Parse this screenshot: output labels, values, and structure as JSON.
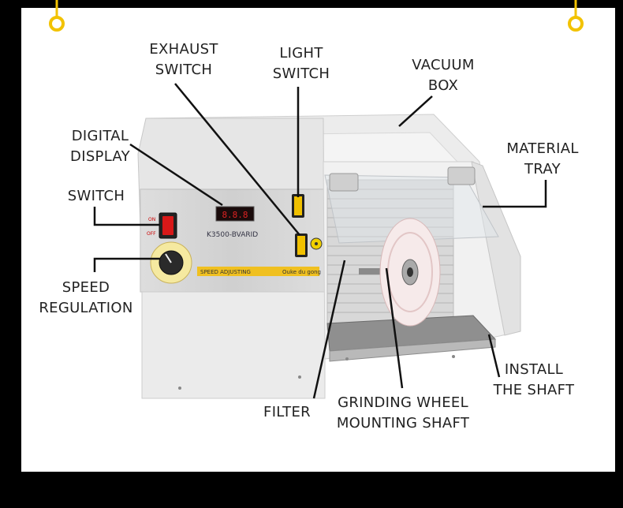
{
  "labels": {
    "exhaust_switch": [
      "EXHAUST",
      "SWITCH"
    ],
    "light_switch": [
      "LIGHT",
      "SWITCH"
    ],
    "vacuum_box": [
      "VACUUM",
      "BOX"
    ],
    "digital_display": [
      "DIGITAL",
      "DISPLAY"
    ],
    "material_tray": [
      "MATERIAL",
      "TRAY"
    ],
    "switch": [
      "SWITCH"
    ],
    "speed_regulation": [
      "SPEED",
      "REGULATION"
    ],
    "install_shaft": [
      "INSTALL",
      "THE SHAFT"
    ],
    "filter": [
      "FILTER"
    ],
    "grinding_wheel": [
      "GRINDING WHEEL",
      "MOUNTING SHAFT"
    ]
  },
  "device": {
    "model_text": "K3500-BVARID",
    "panel_strip_text": "SPEED ADJUSTING",
    "brand_text": "Ouke du gong",
    "switch_on_text": "ON",
    "switch_off_text": "OFF"
  },
  "colors": {
    "frame": "#000000",
    "background": "#ffffff",
    "hook": "#f2c200",
    "leader_line": "#111111",
    "rocker_yellow": "#f0c000",
    "rocker_red": "#d81818"
  }
}
